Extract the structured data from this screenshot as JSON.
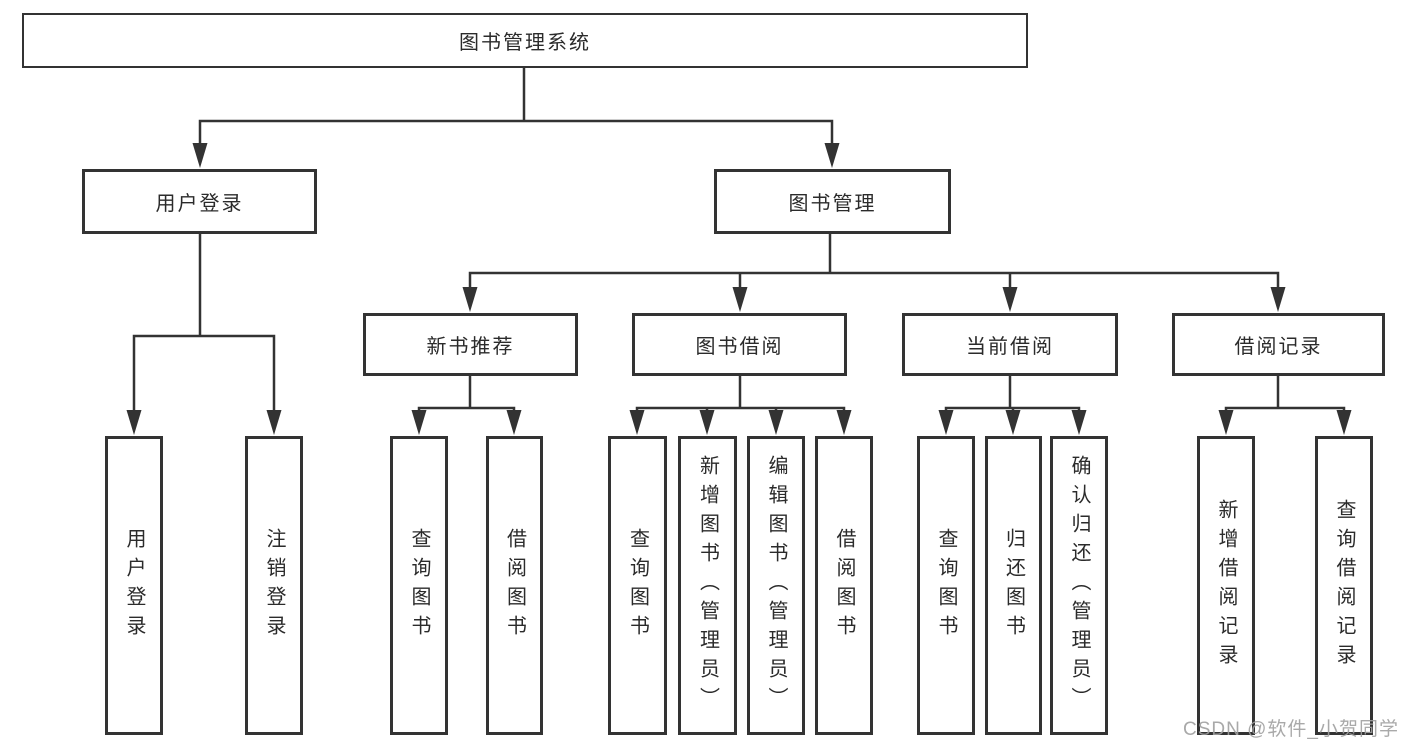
{
  "tree": {
    "label": "图书管理系统",
    "children": [
      {
        "label": "用户登录",
        "children": [
          {
            "label": "用户登录"
          },
          {
            "label": "注销登录"
          }
        ]
      },
      {
        "label": "图书管理",
        "children": [
          {
            "label": "新书推荐",
            "children": [
              {
                "label": "查询图书"
              },
              {
                "label": "借阅图书"
              }
            ]
          },
          {
            "label": "图书借阅",
            "children": [
              {
                "label": "查询图书"
              },
              {
                "label": "新增图书（管理员）"
              },
              {
                "label": "编辑图书（管理员）"
              },
              {
                "label": "借阅图书"
              }
            ]
          },
          {
            "label": "当前借阅",
            "children": [
              {
                "label": "查询图书"
              },
              {
                "label": "归还图书"
              },
              {
                "label": "确认归还（管理员）"
              }
            ]
          },
          {
            "label": "借阅记录",
            "children": [
              {
                "label": "新增借阅记录"
              },
              {
                "label": "查询借阅记录"
              }
            ]
          }
        ]
      }
    ]
  },
  "watermark": "CSDN @软件_小贺同学",
  "colors": {
    "line": "#333333",
    "box_border": "#333333",
    "box_background": "#ffffff",
    "text": "#2b2b2b",
    "watermark": "#a0a0a0",
    "page_background": "#ffffff"
  }
}
